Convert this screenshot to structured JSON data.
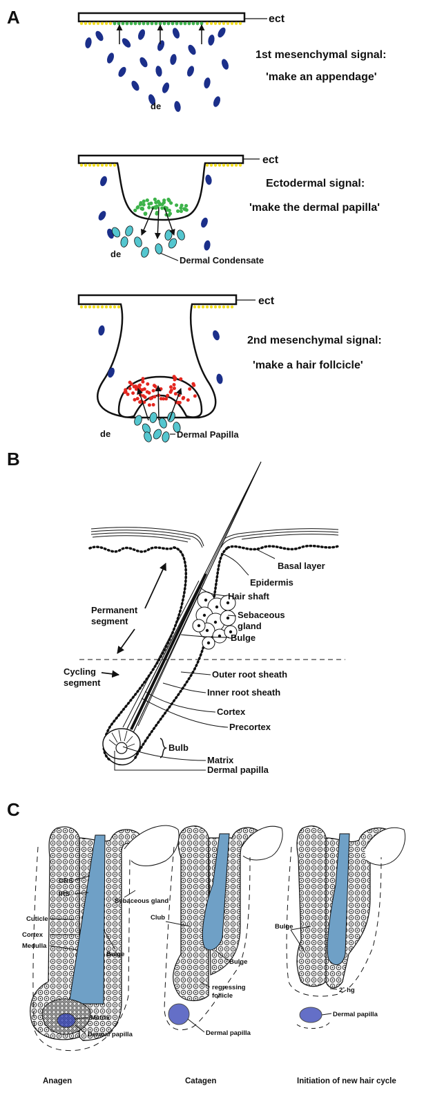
{
  "colors": {
    "dermal_cell": "#1b2f8a",
    "placode_cell": "#3db34a",
    "epidermal_cell": "#f2dd1e",
    "condensate_cell": "#54c6cf",
    "hair_keratinocyte": "#e4261f",
    "hair_shaft_blue": "#6fa0c6",
    "papilla_blue": "#3140b5"
  },
  "panelA": {
    "label": "A",
    "stage1": {
      "ect": "ect",
      "de": "de",
      "signal_title": "1st mesenchymal signal:",
      "signal_text": "'make an appendage'"
    },
    "stage2": {
      "ect": "ect",
      "de": "de",
      "signal_title": "Ectodermal  signal:",
      "signal_text": "'make the dermal papilla'",
      "cell_label": "Dermal Condensate"
    },
    "stage3": {
      "ect": "ect",
      "de": "de",
      "signal_title": "2nd mesenchymal signal:",
      "signal_text": "'make a hair follcicle'",
      "cell_label": "Dermal Papilla"
    }
  },
  "panelB": {
    "label": "B",
    "labels": {
      "basal_layer": "Basal layer",
      "epidermis": "Epidermis",
      "hair_shaft": "Hair shaft",
      "sebaceous_gland_1": "Sebaceous",
      "sebaceous_gland_2": "gland",
      "bulge": "Bulge",
      "permanent_1": "Permanent",
      "permanent_2": "segment",
      "cycling_1": "Cycling",
      "cycling_2": "segment",
      "outer_root_sheath": "Outer root sheath",
      "inner_root_sheath": "Inner root sheath",
      "cortex": "Cortex",
      "precortex": "Precortex",
      "bulb": "Bulb",
      "matrix": "Matrix",
      "dermal_papilla": "Dermal papilla"
    }
  },
  "panelC": {
    "label": "C",
    "anagen": {
      "stage": "Anagen",
      "ors": "ORS",
      "irs": "IRS",
      "sebaceous_gland": "Sebaceous gland",
      "cuticle": "Cuticle",
      "cortex": "Cortex",
      "medulla": "Medulla",
      "bulge": "Bulge",
      "matrix": "Matrix",
      "dermal_papilla": "Dermal papilla"
    },
    "catagen": {
      "stage": "Catagen",
      "club": "Club",
      "bulge": "Bulge",
      "regressing_1": "regressing",
      "regressing_2": "follicle",
      "dermal_papilla": "Dermal papilla"
    },
    "new_cycle": {
      "stage": "Initiation of new hair cycle",
      "bulge": "Bulge",
      "hg": "2˚ hg",
      "dermal_papilla": "Dermal papilla"
    }
  }
}
